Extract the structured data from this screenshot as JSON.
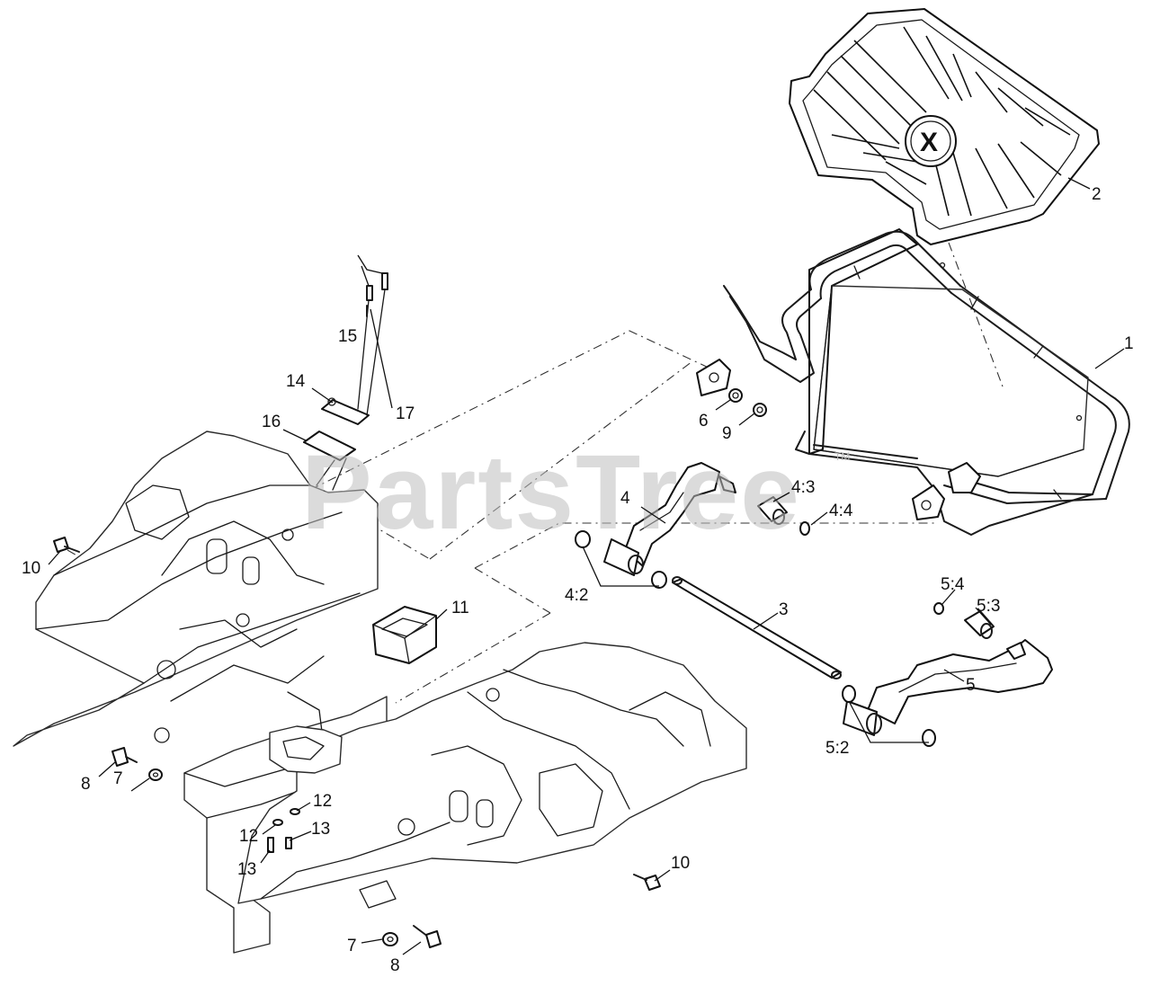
{
  "watermark": {
    "text": "PartsTree",
    "tm": "TM"
  },
  "mat_logo": "X",
  "callouts": [
    {
      "id": "c-1",
      "text": "1"
    },
    {
      "id": "c-2",
      "text": "2"
    },
    {
      "id": "c-3",
      "text": "3"
    },
    {
      "id": "c-4",
      "text": "4"
    },
    {
      "id": "c-4-2",
      "text": "4:2"
    },
    {
      "id": "c-4-3",
      "text": "4:3"
    },
    {
      "id": "c-4-4",
      "text": "4:4"
    },
    {
      "id": "c-5",
      "text": "5"
    },
    {
      "id": "c-5-2",
      "text": "5:2"
    },
    {
      "id": "c-5-3",
      "text": "5:3"
    },
    {
      "id": "c-5-4",
      "text": "5:4"
    },
    {
      "id": "c-6",
      "text": "6"
    },
    {
      "id": "c-7a",
      "text": "7"
    },
    {
      "id": "c-7b",
      "text": "7"
    },
    {
      "id": "c-8a",
      "text": "8"
    },
    {
      "id": "c-8b",
      "text": "8"
    },
    {
      "id": "c-9",
      "text": "9"
    },
    {
      "id": "c-10a",
      "text": "10"
    },
    {
      "id": "c-10b",
      "text": "10"
    },
    {
      "id": "c-11",
      "text": "11"
    },
    {
      "id": "c-12a",
      "text": "12"
    },
    {
      "id": "c-12b",
      "text": "12"
    },
    {
      "id": "c-13a",
      "text": "13"
    },
    {
      "id": "c-13b",
      "text": "13"
    },
    {
      "id": "c-14",
      "text": "14"
    },
    {
      "id": "c-15",
      "text": "15"
    },
    {
      "id": "c-16",
      "text": "16"
    },
    {
      "id": "c-17",
      "text": "17"
    }
  ]
}
